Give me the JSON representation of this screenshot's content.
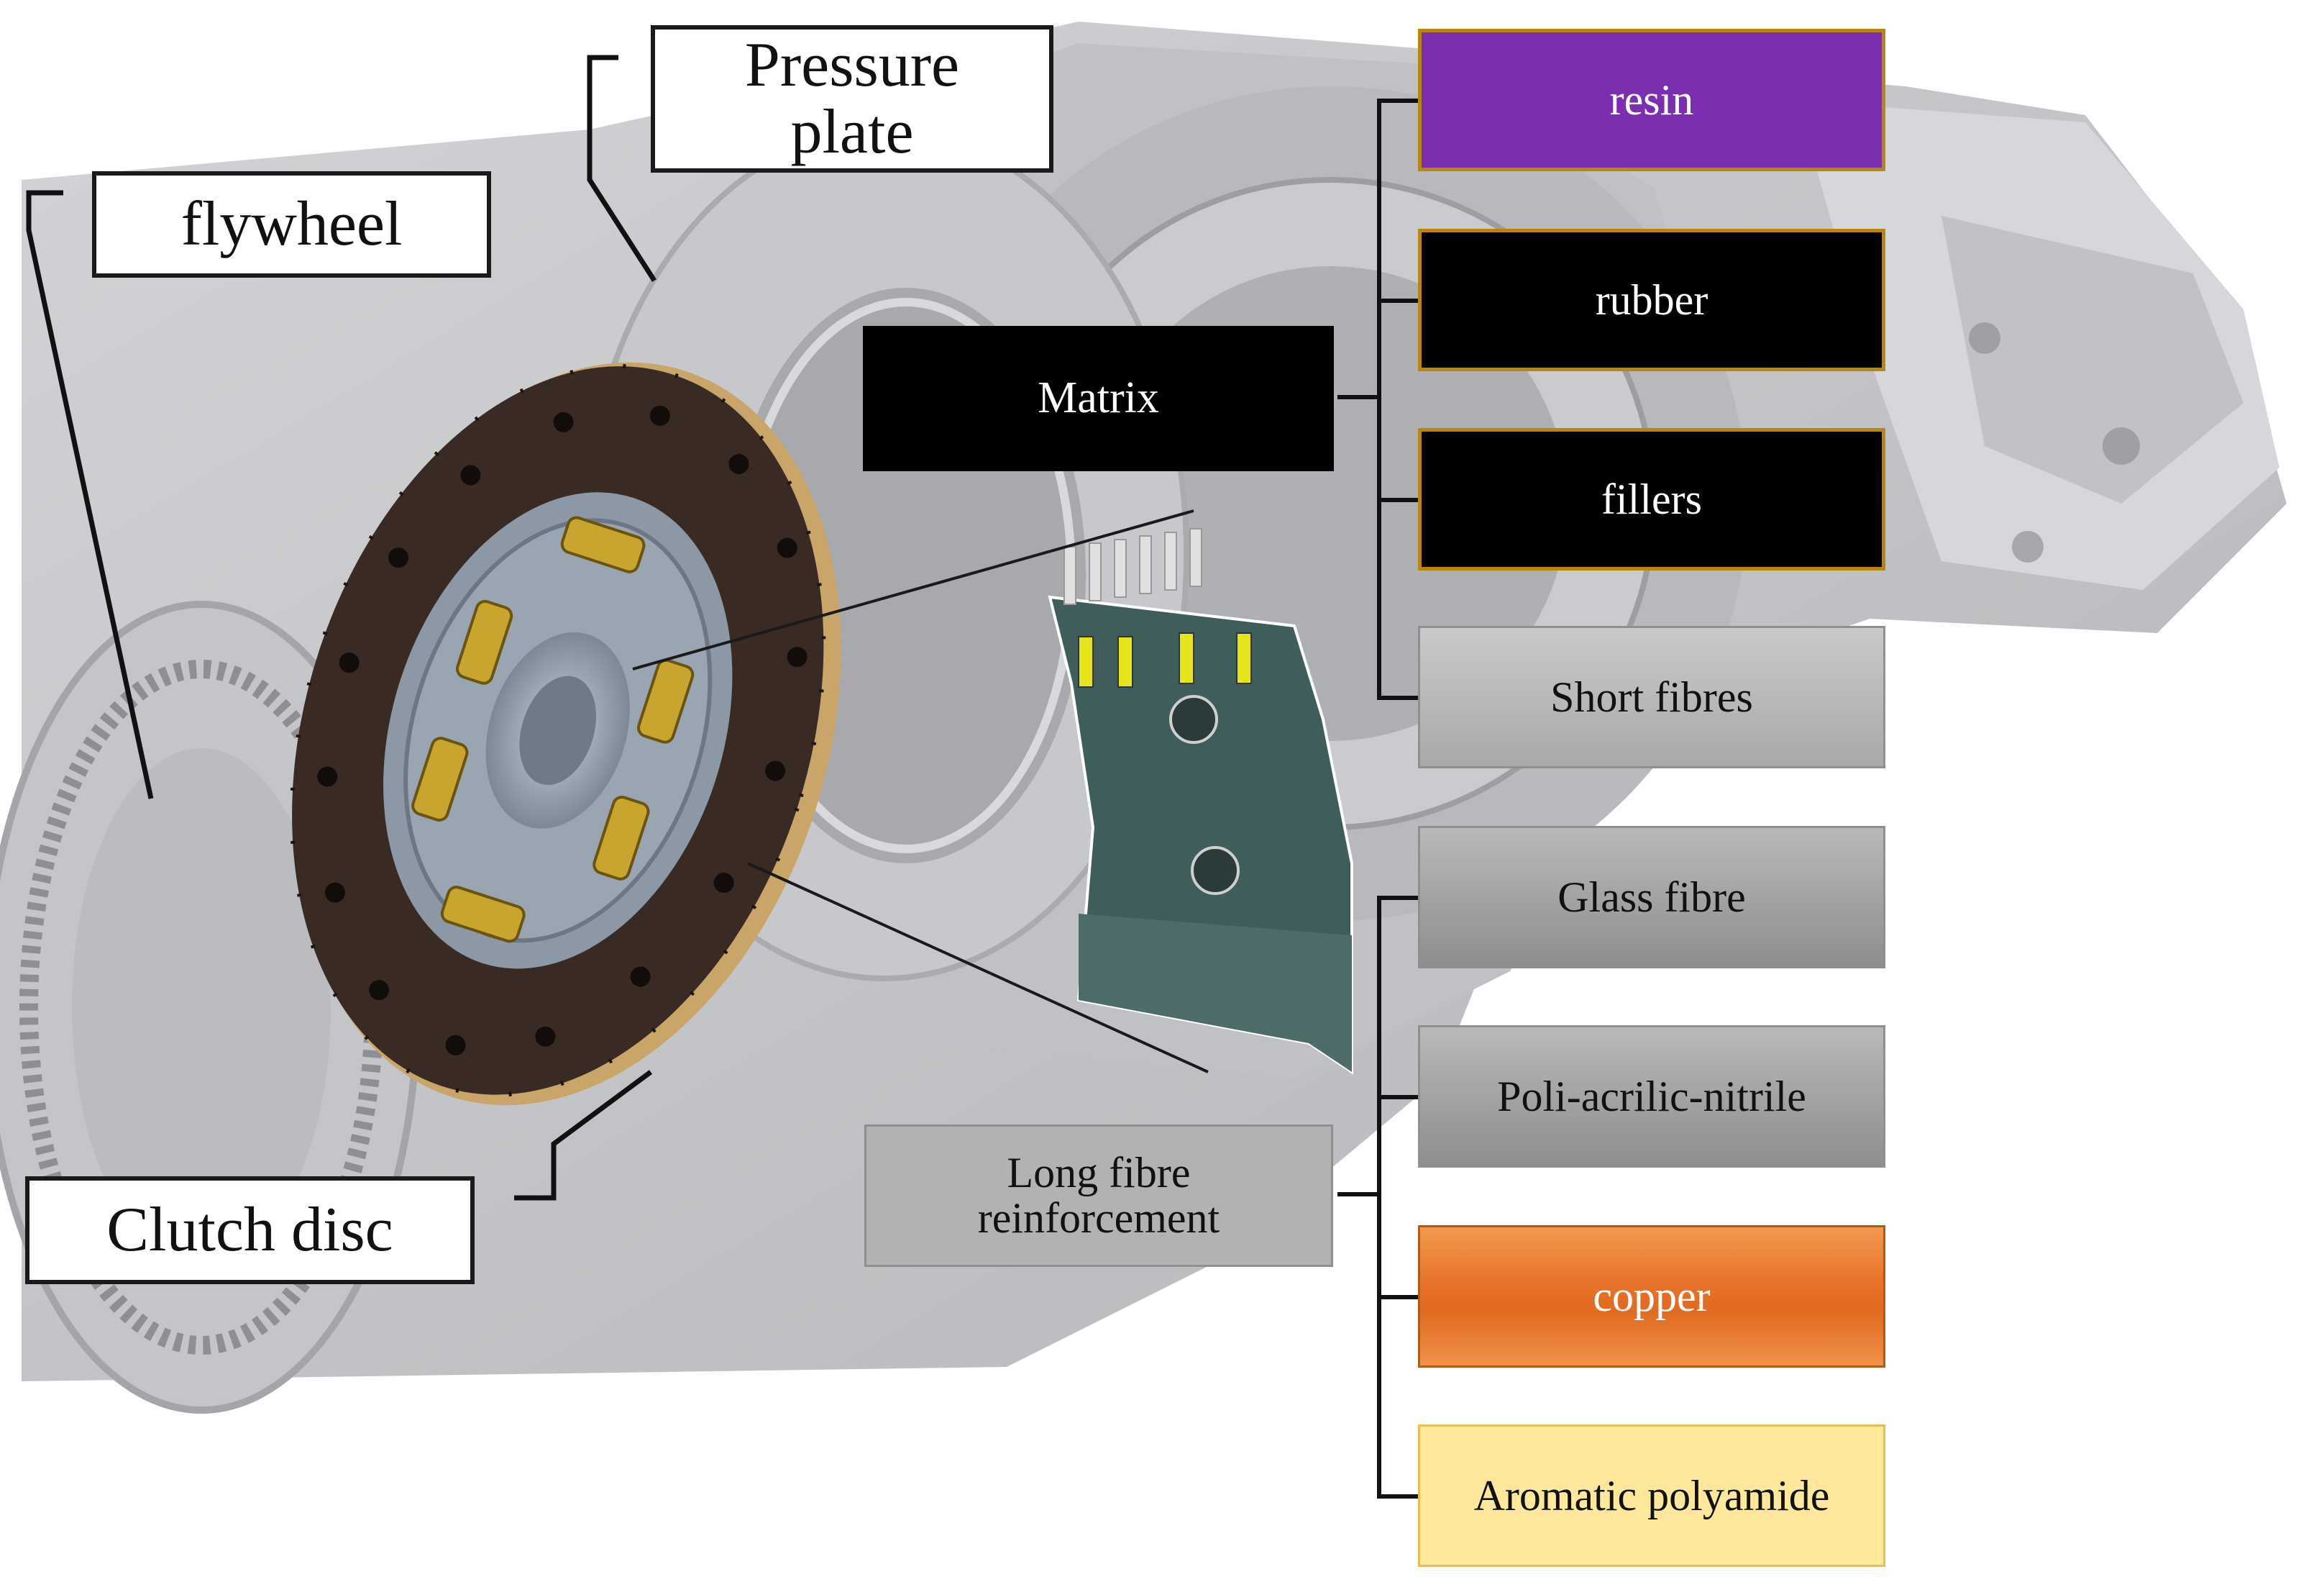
{
  "labels": {
    "pressure_plate": "Pressure plate",
    "flywheel": "flywheel",
    "clutch_disc": "Clutch disc"
  },
  "matrix": {
    "label": "Matrix",
    "components": [
      "resin",
      "rubber",
      "fillers",
      "Short fibres"
    ]
  },
  "reinforcement": {
    "label": "Long fibre reinforcement",
    "components": [
      "Glass fibre",
      "Poli-acrilic-nitrile",
      "copper",
      "Aromatic polyamide"
    ]
  },
  "colors": {
    "resin": "#7b2fb0",
    "rubber": "#000000",
    "fillers": "#000000",
    "short_fibres": "#b5b5b5",
    "glass_fibre": "#a2a2a2",
    "poli_acrilic_nitrile": "#a2a2a2",
    "copper": "#e8732a",
    "aromatic_polyamide": "#ffe79c"
  }
}
